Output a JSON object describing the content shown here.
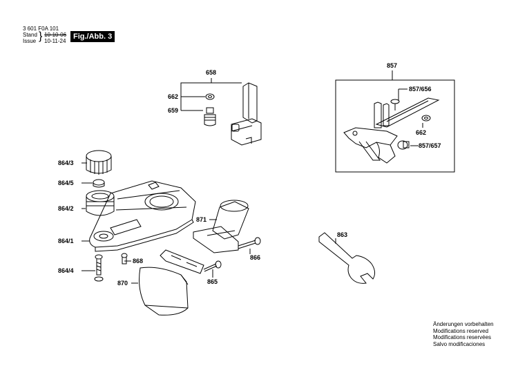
{
  "header": {
    "part_number": "3 601 F0A 101",
    "stand_label": "Stand",
    "issue_label": "Issue",
    "stand_date": "10-10-06",
    "issue_date": "10-11-24",
    "figure_badge": "Fig./Abb. 3"
  },
  "callouts": {
    "c658": "658",
    "c662a": "662",
    "c659": "659",
    "c857": "857",
    "c857_656": "857/656",
    "c662b": "662",
    "c857_657": "857/657",
    "c864_3": "864/3",
    "c864_5": "864/5",
    "c864_2": "864/2",
    "c871": "871",
    "c864_1": "864/1",
    "c866": "866",
    "c863": "863",
    "c868": "868",
    "c864_4": "864/4",
    "c870": "870",
    "c865": "865"
  },
  "notes": [
    "Änderungen vorbehalten",
    "Modifications reserved",
    "Modifications reservées",
    "Salvo modificaciones"
  ]
}
